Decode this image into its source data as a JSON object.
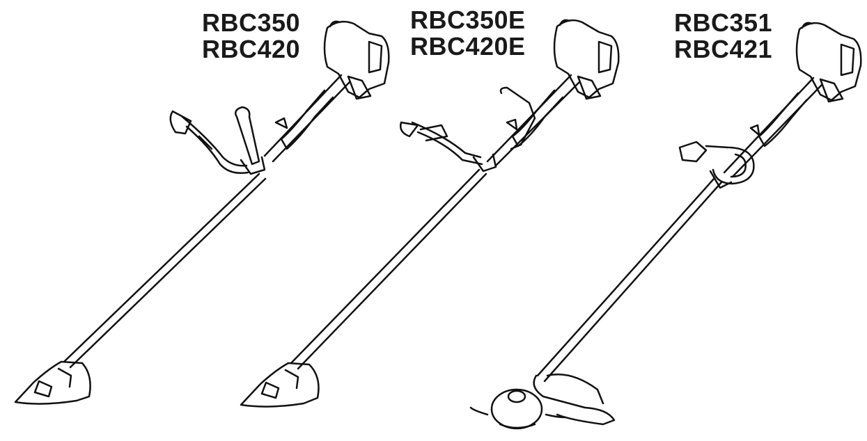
{
  "models": [
    {
      "lines": [
        "RBC350",
        "RBC420"
      ]
    },
    {
      "lines": [
        "RBC350E",
        "RBC420E"
      ]
    },
    {
      "lines": [
        "RBC351",
        "RBC421"
      ]
    }
  ]
}
